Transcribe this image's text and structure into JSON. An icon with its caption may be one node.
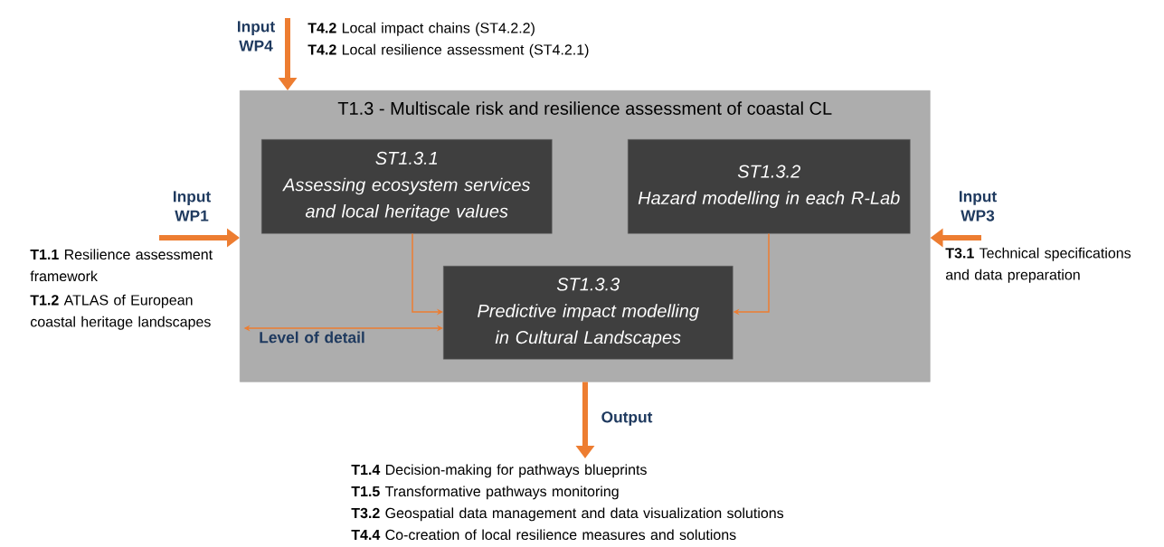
{
  "diagram": {
    "nodes": [
      {
        "text": [
          "T1.3 - Multiscale risk and resilience assessment of coastal CL"
        ]
      },
      {
        "text": [
          "ST1.3.1",
          "Assessing ecosystem services and local heritage values"
        ],
        "in": 0
      },
      {
        "text": [
          "ST1.3.2",
          "Hazard modelling in each R-Lab"
        ],
        "in": 0
      },
      {
        "text": [
          "ST1.3.3",
          "Predictive impact modelling in Cultural Landscapes"
        ],
        "in": 0
      },
      {
        "text": [
          "**T1.2** ATLAS of European coastal heritage landscapes"
        ]
      },
      {
        "text": [
          "**T4.2** Local impact chains (ST4.2.2)",
          "**T4.2** Local resilience assessment (ST4.2.1)"
        ]
      },
      {
        "text": [
          "**T1.1** Resilience assessment framework"
        ]
      },
      {
        "text": [
          "**T3.1** Technical specifications and data preparation"
        ]
      },
      {
        "text": [
          "**T1.4** Decision-making for pathways blueprints",
          "**T1.5** Transformative pathways monitoring",
          "**T3.2** Geospatial data management and data visualization solutions",
          "**T4.4** Co-creation of local resilience measures and solutions"
        ]
      }
    ],
    "edges": [
      {
        "from": 5,
        "to": 0,
        "arrow": "to",
        "label": "Input WP4"
      },
      {
        "from": 6,
        "to": 0,
        "arrow": "to",
        "label": "Input WP1"
      },
      {
        "from": 7,
        "to": 0,
        "arrow": "to",
        "label": "Input WP3"
      },
      {
        "from": 0,
        "to": 8,
        "arrow": "to",
        "label": "Output"
      },
      {
        "from": 1,
        "to": 3,
        "arrow": "to"
      },
      {
        "from": 2,
        "to": 3,
        "arrow": "to"
      },
      {
        "from": 4,
        "to": 3,
        "arrow": "both",
        "label": "Level of detail"
      }
    ]
  }
}
